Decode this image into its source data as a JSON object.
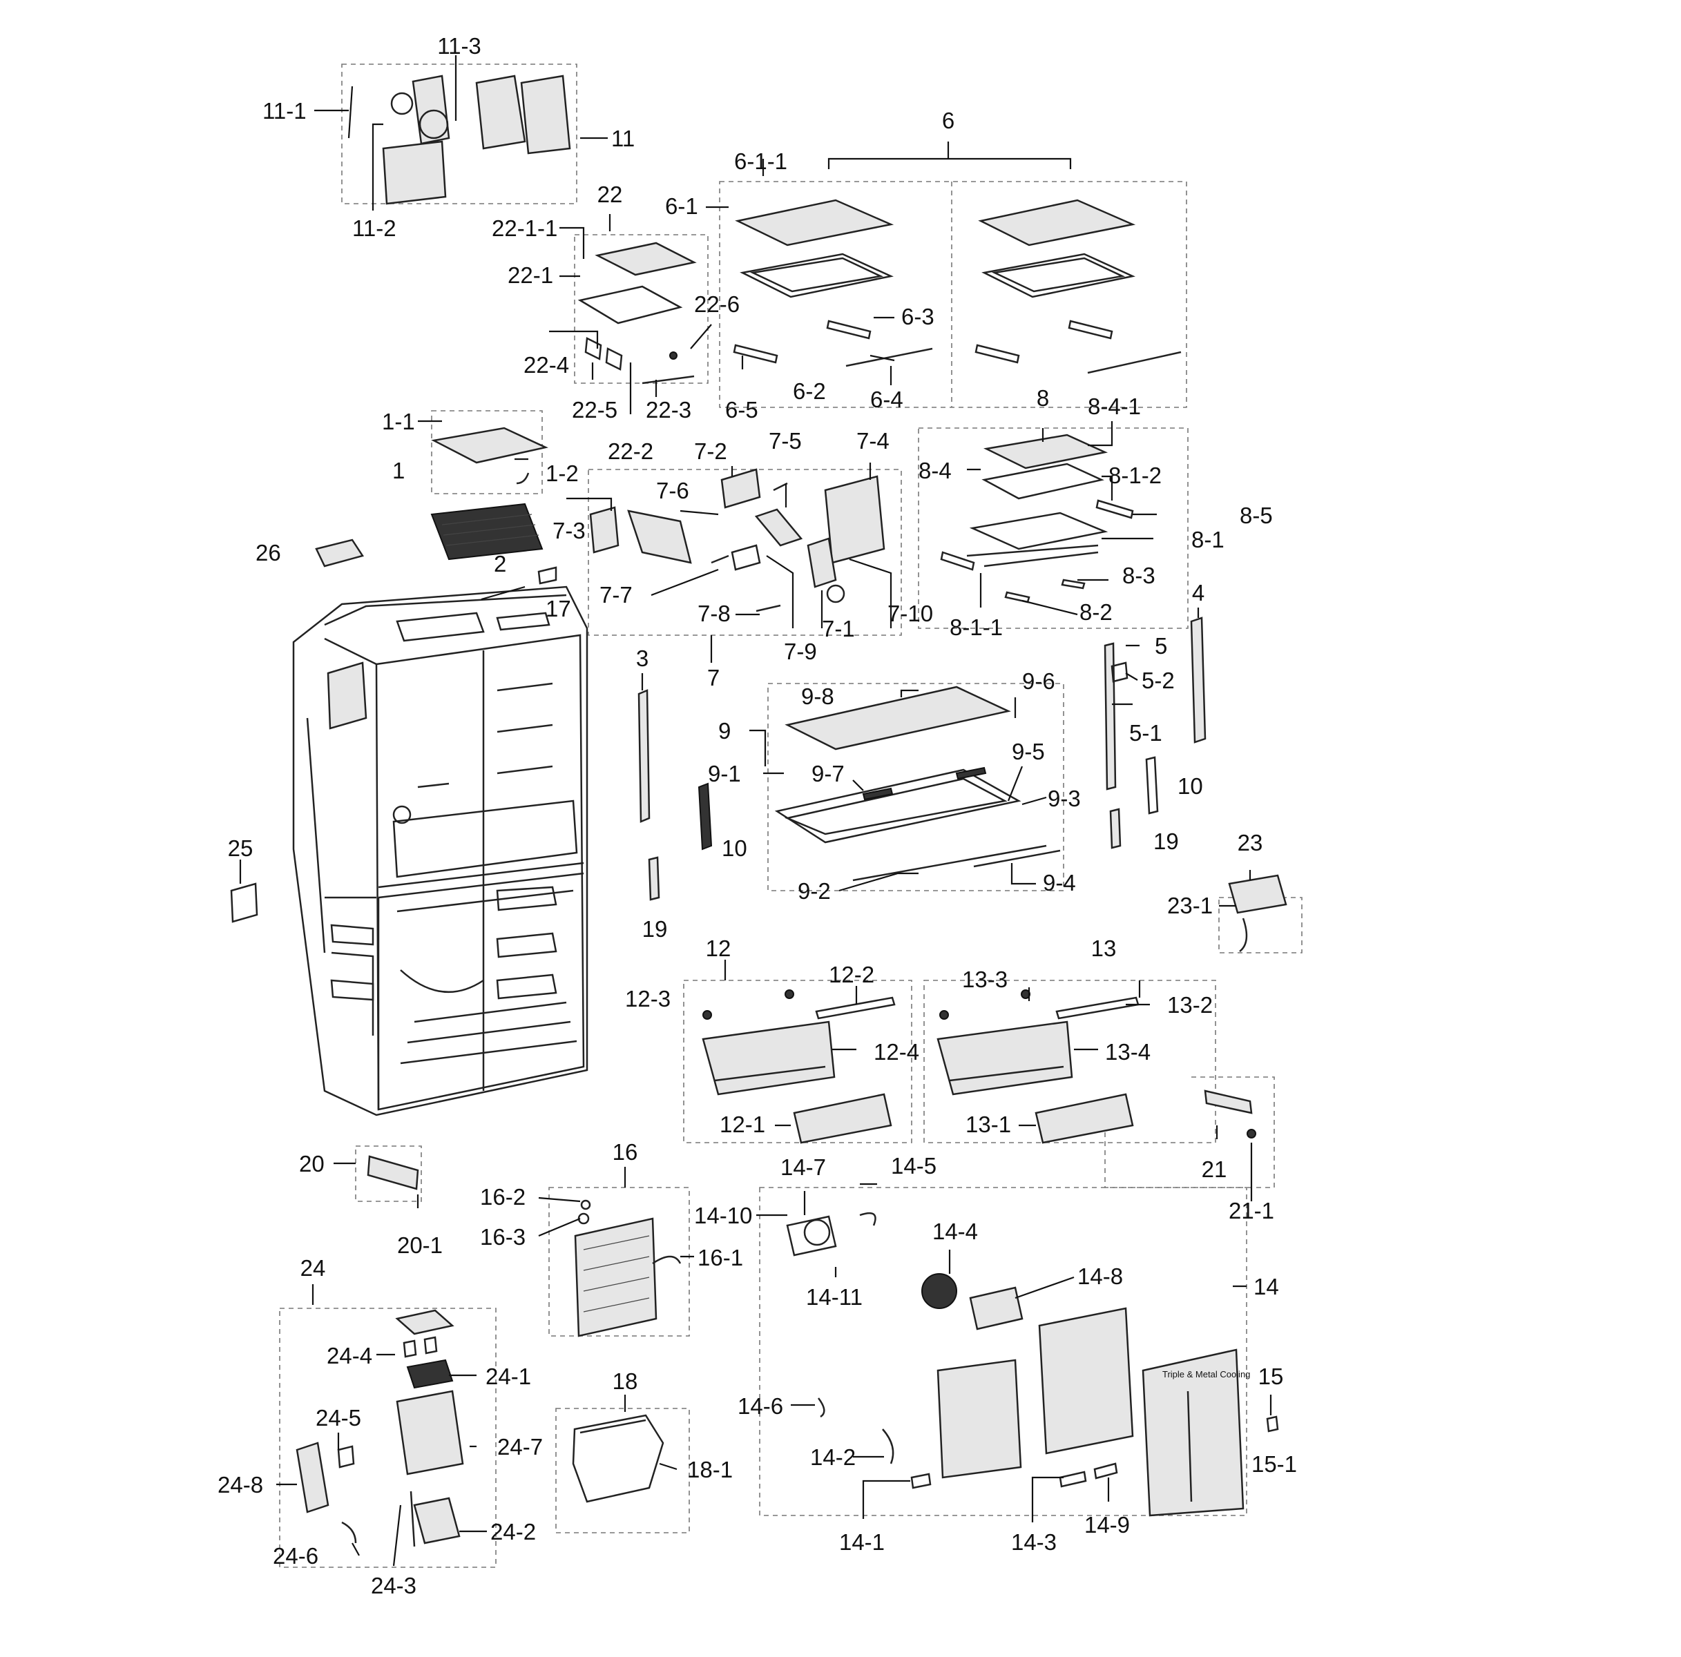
{
  "diagram": {
    "labels": {
      "l_11_3": "11-3",
      "l_11_1": "11-1",
      "l_11": "11",
      "l_11_2": "11-2",
      "l_6": "6",
      "l_6_1_1": "6-1-1",
      "l_6_1": "6-1",
      "l_6_3": "6-3",
      "l_6_2": "6-2",
      "l_6_4": "6-4",
      "l_6_5": "6-5",
      "l_22": "22",
      "l_22_1_1": "22-1-1",
      "l_22_1": "22-1",
      "l_22_6": "22-6",
      "l_22_4": "22-4",
      "l_22_5": "22-5",
      "l_22_3": "22-3",
      "l_22_2": "22-2",
      "l_8": "8",
      "l_8_4_1": "8-4-1",
      "l_8_4": "8-4",
      "l_8_1_2": "8-1-2",
      "l_8_5": "8-5",
      "l_8_1": "8-1",
      "l_8_3": "8-3",
      "l_8_2": "8-2",
      "l_8_1_1": "8-1-1",
      "l_1_1": "1-1",
      "l_1": "1",
      "l_1_2": "1-2",
      "l_7_5": "7-5",
      "l_7_4": "7-4",
      "l_7_2": "7-2",
      "l_7_6": "7-6",
      "l_7_3": "7-3",
      "l_7_7": "7-7",
      "l_7_8": "7-8",
      "l_7_9": "7-9",
      "l_7_1": "7-1",
      "l_7_10": "7-10",
      "l_7": "7",
      "l_26": "26",
      "l_2": "2",
      "l_17": "17",
      "l_4": "4",
      "l_5": "5",
      "l_5_2": "5-2",
      "l_5_1": "5-1",
      "l_10_right": "10",
      "l_19_right": "19",
      "l_3": "3",
      "l_10_left": "10",
      "l_19_left": "19",
      "l_9_8": "9-8",
      "l_9_6": "9-6",
      "l_9": "9",
      "l_9_5": "9-5",
      "l_9_1": "9-1",
      "l_9_7": "9-7",
      "l_9_3": "9-3",
      "l_9_2": "9-2",
      "l_9_4": "9-4",
      "l_25": "25",
      "l_23": "23",
      "l_23_1": "23-1",
      "l_12": "12",
      "l_12_2": "12-2",
      "l_12_3": "12-3",
      "l_12_4": "12-4",
      "l_12_1": "12-1",
      "l_13": "13",
      "l_13_3": "13-3",
      "l_13_2": "13-2",
      "l_13_4": "13-4",
      "l_13_1": "13-1",
      "l_21": "21",
      "l_21_1": "21-1",
      "l_20": "20",
      "l_20_1": "20-1",
      "l_16": "16",
      "l_16_2": "16-2",
      "l_16_3": "16-3",
      "l_16_1": "16-1",
      "l_14_7": "14-7",
      "l_14_5": "14-5",
      "l_14_10": "14-10",
      "l_14_11": "14-11",
      "l_14_4": "14-4",
      "l_14_8": "14-8",
      "l_14": "14",
      "l_14_6": "14-6",
      "l_14_2": "14-2",
      "l_14_1": "14-1",
      "l_14_3": "14-3",
      "l_14_9": "14-9",
      "l_15": "15",
      "l_15_1": "15-1",
      "l_24": "24",
      "l_24_4": "24-4",
      "l_24_1": "24-1",
      "l_24_5": "24-5",
      "l_24_7": "24-7",
      "l_24_8": "24-8",
      "l_24_2": "24-2",
      "l_24_6": "24-6",
      "l_24_3": "24-3",
      "l_18": "18",
      "l_18_1": "18-1"
    },
    "decal_text": "Triple & Metal Cooling"
  }
}
